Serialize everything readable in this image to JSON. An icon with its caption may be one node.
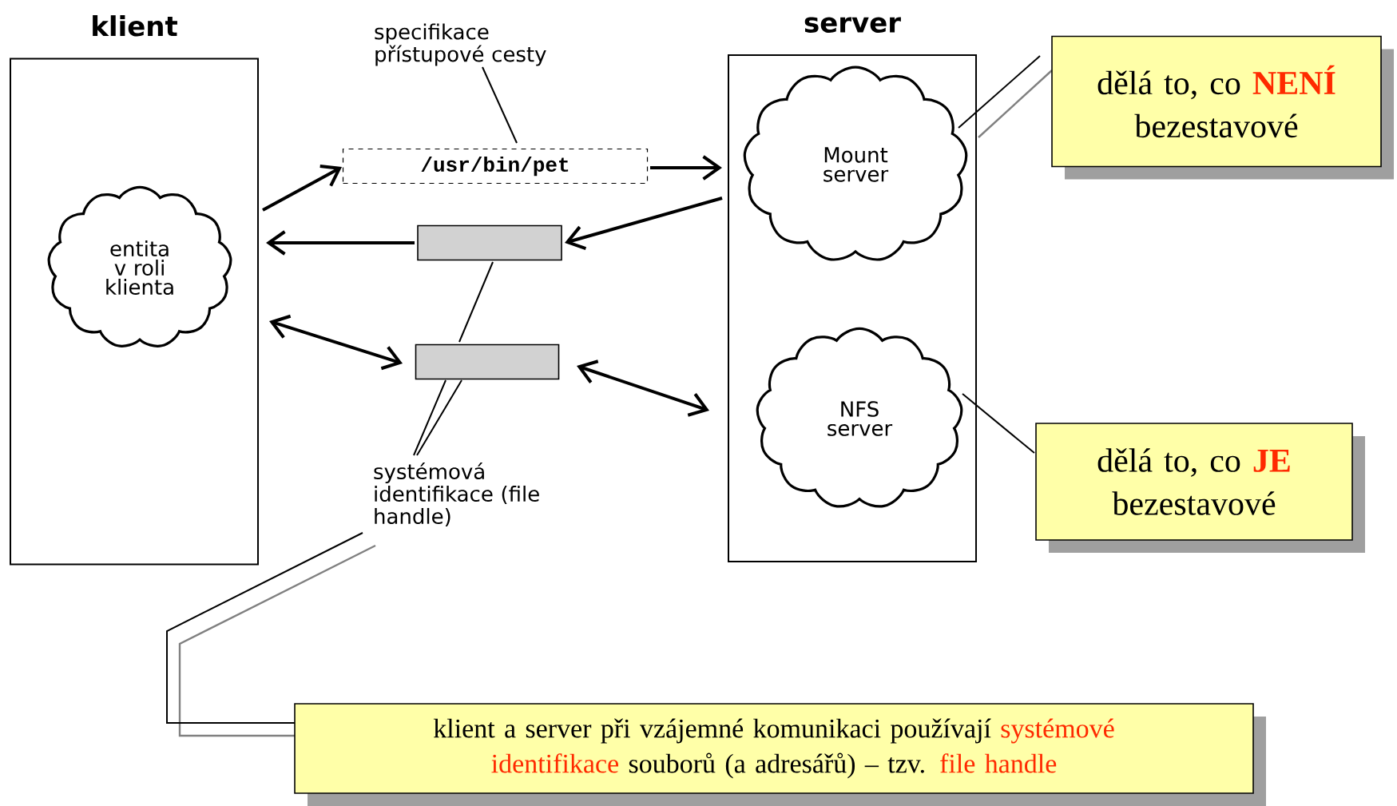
{
  "diagram": {
    "nodes": [
      {
        "text": [
          "klient"
        ]
      },
      {
        "text": [
          "server"
        ]
      },
      {
        "text": [
          "entita v roli klienta"
        ],
        "in": 0
      },
      {
        "text": [
          "Mount server"
        ],
        "in": 1
      },
      {
        "text": [
          "NFS server"
        ],
        "in": 1
      },
      {
        "text": [
          "/usr/bin/pet"
        ]
      },
      {
        "text": [],
        "shape": "box"
      },
      {
        "text": [],
        "shape": "box"
      },
      {
        "text": [
          "specifikace přístupové cesty"
        ]
      },
      {
        "text": [
          "systémová identifikace (file handle)"
        ]
      },
      {
        "text": [
          "dělá to, co **NENÍ** bezestavové"
        ]
      },
      {
        "text": [
          "dělá to, co **JE** bezestavové"
        ]
      },
      {
        "text": [
          "klient a server při vzájemné komunikaci používají *systémové identifikace* souborů (a adresářů) – tzv. *file handle*"
        ]
      }
    ],
    "edges": [
      {
        "from": 0,
        "to": 5,
        "arrow": "to"
      },
      {
        "from": 5,
        "to": 1,
        "arrow": "to"
      },
      {
        "from": 1,
        "to": 6,
        "arrow": "to"
      },
      {
        "from": 6,
        "to": 0,
        "arrow": "to"
      },
      {
        "from": 0,
        "to": 7,
        "arrow": "both"
      },
      {
        "from": 7,
        "to": 1,
        "arrow": "both"
      },
      {
        "from": 8,
        "to": 5,
        "arrow": "none"
      },
      {
        "from": 7,
        "to": 6,
        "arrow": "none"
      },
      {
        "from": 9,
        "to": 7,
        "arrow": "none"
      },
      {
        "from": 10,
        "to": 3,
        "arrow": "none"
      },
      {
        "from": 11,
        "to": 4,
        "arrow": "none"
      },
      {
        "from": 12,
        "to": 9,
        "arrow": "none"
      }
    ]
  }
}
